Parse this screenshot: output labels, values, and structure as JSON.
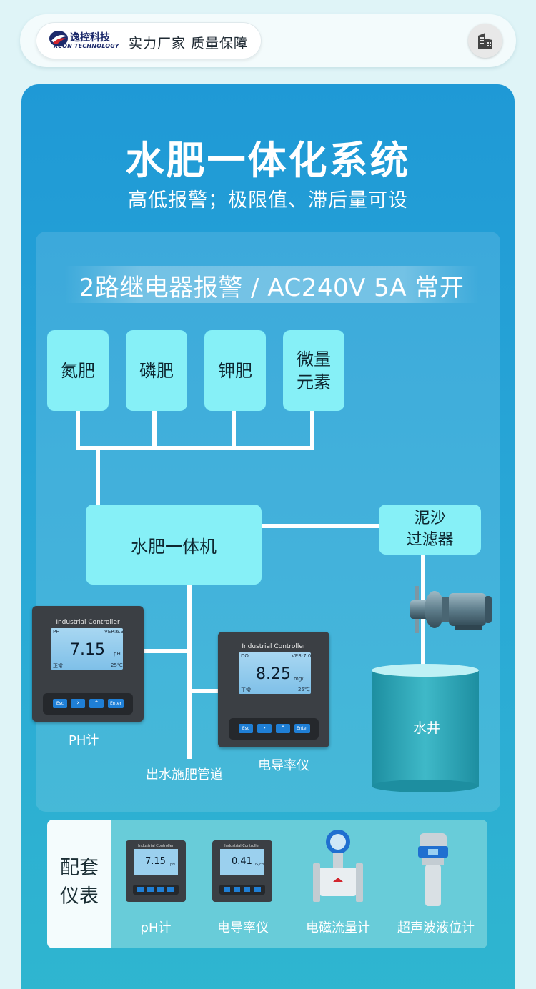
{
  "header": {
    "brand_name": "逸控科技",
    "brand_sub": "XCON TECHNOLOGY",
    "slogan": "实力厂家 质量保障"
  },
  "hero": {
    "title": "水肥一体化系统",
    "subtitle": "高低报警；极限值、滞后量可设"
  },
  "diagram": {
    "alarm_text": "2路继电器报警 / AC240V 5A 常开",
    "fertilizers": [
      "氮肥",
      "磷肥",
      "钾肥",
      "微量\n元素"
    ],
    "main_unit": "水肥一体机",
    "filter": "泥沙\n过滤器",
    "well": "水井",
    "pipeline": "出水施肥管道",
    "ph_meter": {
      "label": "PH计",
      "brand": "Industrial Controller",
      "mode": "PH",
      "version": "VER:6.3",
      "value": "7.15",
      "unit": "pH",
      "status": "正常",
      "temp": "25℃"
    },
    "cond_meter": {
      "label": "电导率仪",
      "brand": "Industrial Controller",
      "mode": "DO",
      "version": "VER:7.0",
      "value": "8.25",
      "unit": "mg/L",
      "status": "正常",
      "temp": "25℃"
    },
    "keys": [
      "Esc",
      "›",
      "^",
      "Enter"
    ]
  },
  "accessories": {
    "title": "配套\n仪表",
    "items": [
      {
        "label": "pH计",
        "value": "7.15",
        "unit": "pH"
      },
      {
        "label": "电导率仪",
        "value": "0.41",
        "unit": "μS/cm"
      },
      {
        "label": "电磁流量计"
      },
      {
        "label": "超声波液位计"
      }
    ],
    "mini_brand": "Industrial Controller"
  },
  "colors": {
    "panel": "#2aa9d6",
    "box": "#86f0f7",
    "line": "#ffffff",
    "well": "#2aa5b8"
  }
}
